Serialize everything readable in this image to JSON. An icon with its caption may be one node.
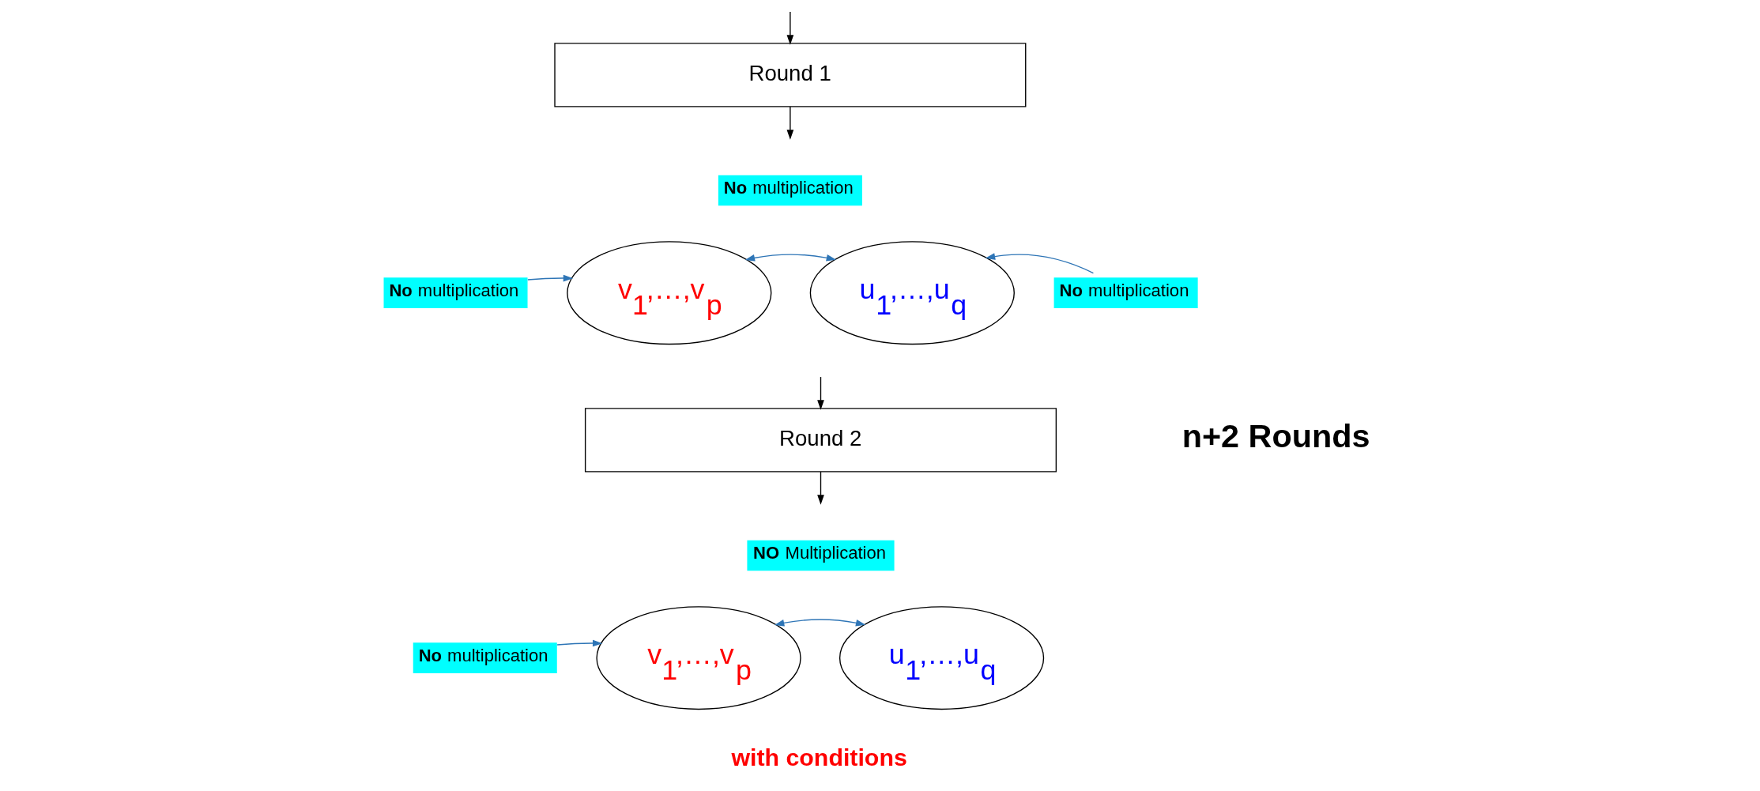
{
  "diagram": {
    "nodes": [
      {
        "text": [
          "Round 1"
        ]
      },
      {
        "text": [
          "v$_{1}$,…,v$_{p}$"
        ]
      },
      {
        "text": [
          "u$_{1}$,…,u$_{q}$"
        ]
      },
      {
        "text": [
          "Round 2"
        ]
      },
      {
        "text": [
          "v$_{1}$,…,v$_{p}$"
        ]
      },
      {
        "text": [
          "u$_{1}$,…,u$_{q}$"
        ]
      },
      {
        "text": [
          "**No** multiplication"
        ]
      },
      {
        "text": [
          "**No** multiplication"
        ]
      },
      {
        "text": [
          "**No** multiplication"
        ]
      },
      {
        "text": [
          "**No** multiplication"
        ]
      },
      {
        "text": [
          "**NO** Multiplication"
        ]
      }
    ],
    "edges": [
      {
        "from": 0,
        "to": null,
        "arrow": "to",
        "color": "#000000"
      },
      {
        "from": null,
        "to": 0,
        "arrow": "to",
        "color": "#000000"
      },
      {
        "from": 6,
        "to": 1,
        "arrow": "to"
      },
      {
        "from": 1,
        "to": 2,
        "arrow": "both"
      },
      {
        "from": 7,
        "to": 2,
        "arrow": "to"
      },
      {
        "from": 3,
        "to": null,
        "arrow": "to",
        "color": "#000000"
      },
      {
        "from": null,
        "to": 3,
        "arrow": "to",
        "color": "#000000"
      },
      {
        "from": 8,
        "to": 4,
        "arrow": "to"
      },
      {
        "from": 4,
        "to": 5,
        "arrow": "both"
      }
    ],
    "labels": [
      "with conditions",
      "n+2 Rounds"
    ]
  }
}
